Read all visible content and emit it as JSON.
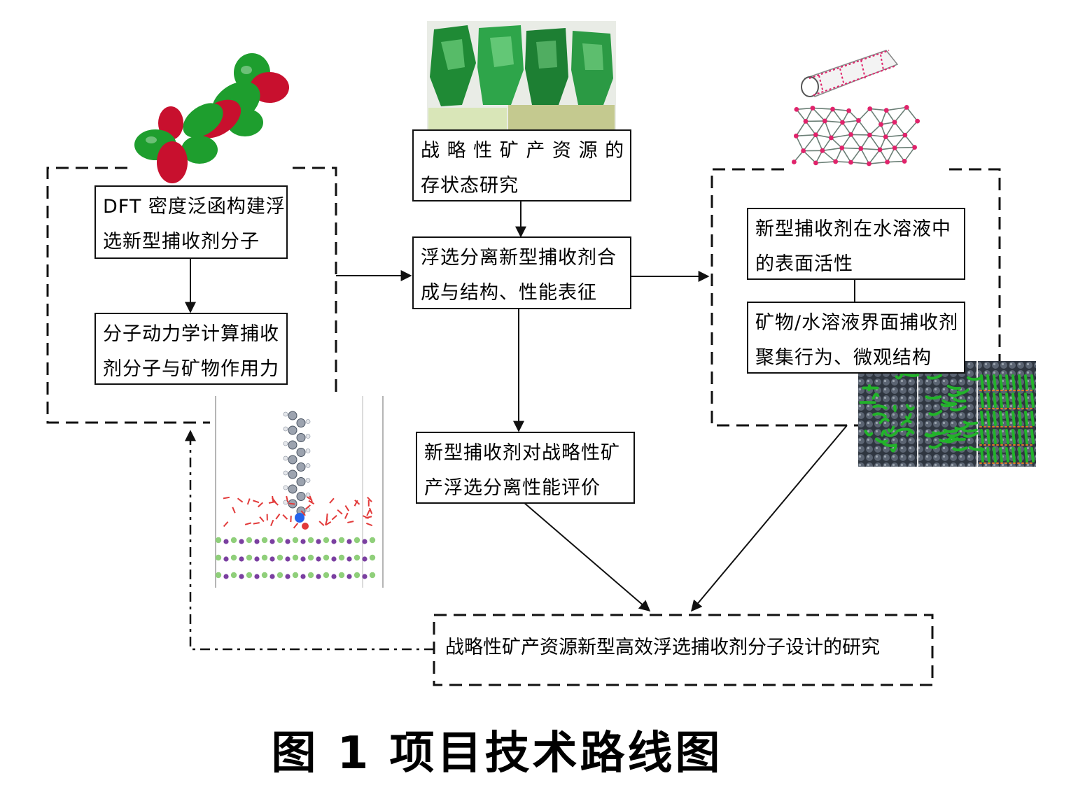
{
  "boxes": {
    "dft": [
      "DFT 密度泛函构建浮",
      "选新型捕收剂分子"
    ],
    "md": [
      "分子动力学计算捕收",
      "剂分子与矿物作用力"
    ],
    "occurrence": [
      "战 略 性 矿 产 资 源 的 赋",
      "存状态研究"
    ],
    "synthesis": [
      "浮选分离新型捕收剂合",
      "成与结构、性能表征"
    ],
    "evaluation": [
      "新型捕收剂对战略性矿",
      "产浮选分离性能评价"
    ],
    "surface": [
      "新型捕收剂在水溶液中",
      "的表面活性"
    ],
    "interface": [
      "矿物/水溶液界面捕收剂",
      "聚集行为、微观结构"
    ],
    "goal": [
      "战略性矿产资源新型高效浮选捕收剂分子设计的研究"
    ]
  },
  "caption": "图 1  项目技术路线图",
  "colors": {
    "line": "#111111",
    "orbital_red": "#c8102e",
    "orbital_green": "#1e9e2e",
    "crystal_green": "#2e9a3c",
    "atom_pink": "#e0236b",
    "water_red": "#e23a3a",
    "mineral_purple": "#7a3fa0",
    "mineral_green": "#8fcf7a",
    "bead_gray": "#4b5563",
    "chain_green": "#22b32a"
  },
  "icons": [
    "molecular-orbital-image",
    "crystal-specimens-image",
    "nanotube-network-image",
    "adsorption-simulation-image",
    "surfactant-aggregation-image"
  ]
}
